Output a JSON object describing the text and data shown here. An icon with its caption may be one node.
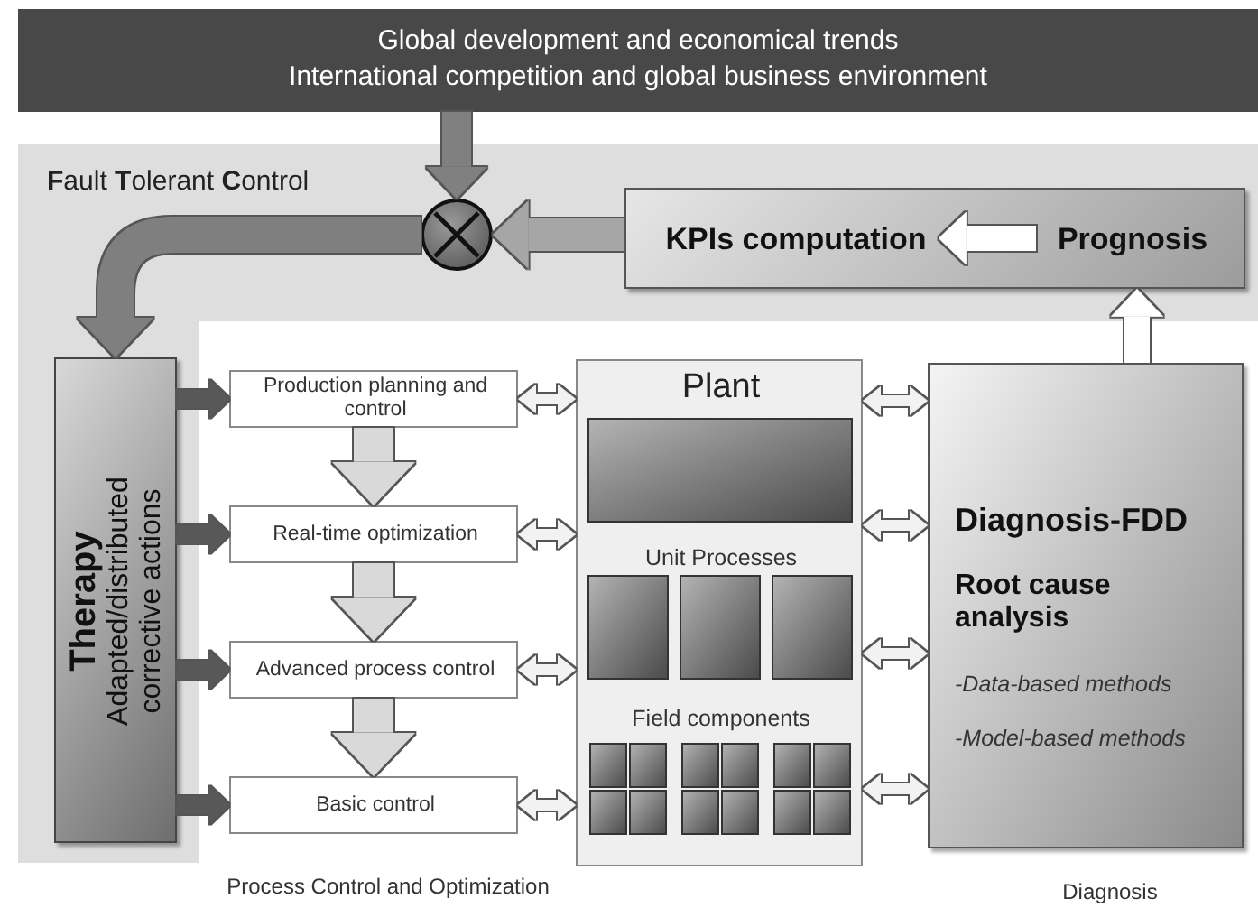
{
  "diagram": {
    "nodes": [
      {
        "text": [
          "Global development and economical trends",
          "International competition and global business environment"
        ]
      },
      {
        "text": [
          "**F**ault **T**olerant **C**ontrol"
        ]
      },
      {
        "text": [],
        "shape": "circle",
        "in": 1
      },
      {
        "text": [],
        "shape": "box",
        "in": 1
      },
      {
        "text": [
          "KPIs computation"
        ],
        "in": 3
      },
      {
        "text": [
          "Prognosis"
        ],
        "in": 3
      },
      {
        "text": [
          "Therapy",
          "Adapted/distributed corrective actions"
        ],
        "in": 1
      },
      {
        "text": [
          "Production planning  and control"
        ],
        "in": 1
      },
      {
        "text": [
          "Real-time optimization"
        ],
        "in": 1
      },
      {
        "text": [
          "Advanced process control"
        ],
        "in": 1
      },
      {
        "text": [
          "Basic control"
        ],
        "in": 1
      },
      {
        "text": [
          "Plant",
          "Unit Processes",
          "Field components"
        ],
        "in": 1
      },
      {
        "text": [
          "Diagnosis-FDD",
          "Root cause analysis",
          "-Data-based methods",
          "-Model-based methods"
        ],
        "in": 1
      }
    ],
    "edges": [
      {
        "from": 0,
        "to": 2,
        "arrow": "to",
        "color": "#808080"
      },
      {
        "from": 3,
        "to": 2,
        "arrow": "to",
        "style": "thick",
        "color": "#a6a6a6"
      },
      {
        "from": 2,
        "to": 6,
        "arrow": "to",
        "style": "thick",
        "color": "#7f7f7f"
      },
      {
        "from": 5,
        "to": 4,
        "arrow": "to",
        "color": "#ffffff"
      },
      {
        "from": 12,
        "to": 3,
        "arrow": "to",
        "color": "#ffffff"
      },
      {
        "from": 6,
        "to": 7,
        "arrow": "to",
        "color": "#595959"
      },
      {
        "from": 6,
        "to": 8,
        "arrow": "to",
        "color": "#595959"
      },
      {
        "from": 6,
        "to": 9,
        "arrow": "to",
        "color": "#595959"
      },
      {
        "from": 6,
        "to": 10,
        "arrow": "to",
        "color": "#595959"
      },
      {
        "from": 7,
        "to": 8,
        "arrow": "to",
        "style": "thick",
        "color": "#d9d9d9"
      },
      {
        "from": 8,
        "to": 9,
        "arrow": "to",
        "style": "thick",
        "color": "#d9d9d9"
      },
      {
        "from": 9,
        "to": 10,
        "arrow": "to",
        "style": "thick",
        "color": "#d9d9d9"
      },
      {
        "from": 7,
        "to": 11,
        "arrow": "both"
      },
      {
        "from": 8,
        "to": 11,
        "arrow": "both"
      },
      {
        "from": 9,
        "to": 11,
        "arrow": "both"
      },
      {
        "from": 10,
        "to": 11,
        "arrow": "both"
      },
      {
        "from": 11,
        "to": 12,
        "arrow": "both"
      },
      {
        "from": 11,
        "to": 12,
        "arrow": "both"
      },
      {
        "from": 11,
        "to": 12,
        "arrow": "both"
      },
      {
        "from": 11,
        "to": 12,
        "arrow": "both"
      }
    ],
    "labels": [
      "Process Control and Optimization",
      "Diagnosis"
    ]
  }
}
